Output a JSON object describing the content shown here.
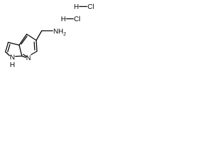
{
  "salts": [
    {
      "left": "H",
      "right": "Cl"
    },
    {
      "left": "H",
      "right": "Cl"
    }
  ],
  "atoms": {
    "amine": "NH",
    "amine_subscript": "2",
    "pyridine_n": "N",
    "pyrrole_n": "N",
    "pyrrole_h": "H"
  }
}
